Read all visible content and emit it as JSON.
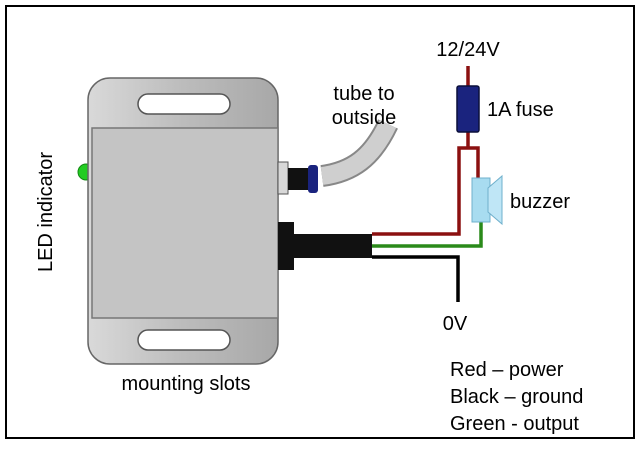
{
  "labels": {
    "supply": "12/24V",
    "fuse": "1A fuse",
    "tube_line1": "tube to",
    "tube_line2": "outside",
    "buzzer": "buzzer",
    "led": "LED indicator",
    "zero_volt": "0V",
    "mounting": "mounting slots"
  },
  "legend": [
    {
      "text": "Red – power",
      "color": "#8b1010"
    },
    {
      "text": "Black – ground",
      "color": "#000000"
    },
    {
      "text": "Green - output",
      "color": "#2a8a1a"
    }
  ],
  "colors": {
    "red_wire": "#8b1010",
    "black_wire": "#000000",
    "green_wire": "#2a8a1a",
    "fuse_body": "#1a237e",
    "buzzer_body": "#a8dcf0",
    "led": "#22cc22",
    "housing": "#bdbdbd"
  }
}
